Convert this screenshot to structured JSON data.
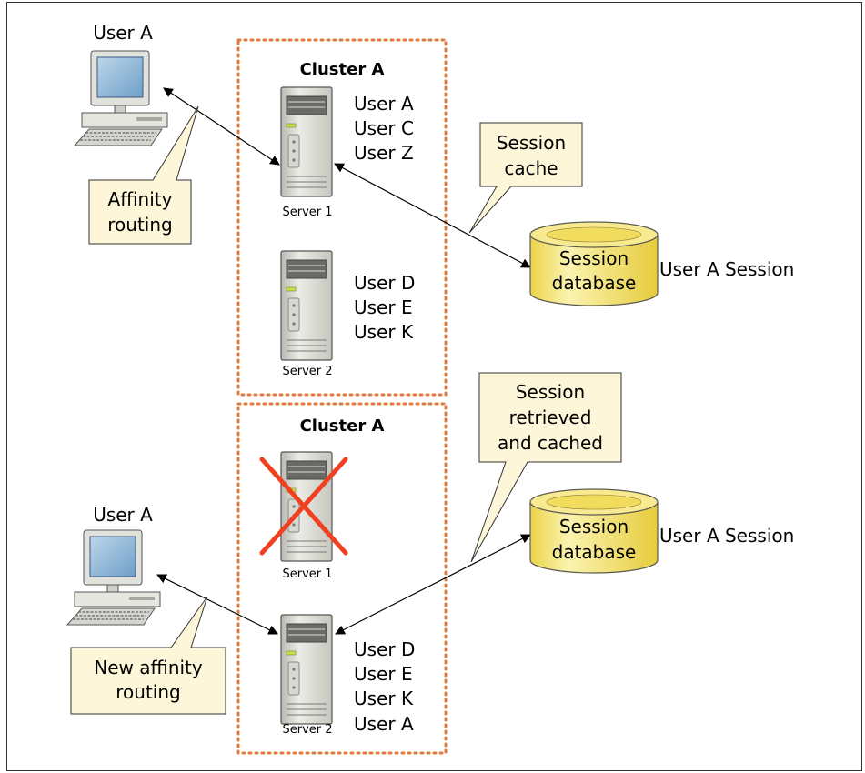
{
  "top_scenario": {
    "user_label": "User A",
    "callout_affinity": [
      "Affinity",
      "routing"
    ],
    "cluster_title": "Cluster A",
    "server1": {
      "name": "Server 1",
      "users": [
        "User A",
        "User C",
        "User Z"
      ]
    },
    "server2": {
      "name": "Server 2",
      "users": [
        "User D",
        "User E",
        "User K"
      ]
    },
    "callout_cache": [
      "Session",
      "cache"
    ],
    "database": {
      "label": [
        "Session",
        "database"
      ],
      "content": "User A Session"
    }
  },
  "bottom_scenario": {
    "user_label": "User A",
    "callout_affinity": [
      "New affinity",
      "routing"
    ],
    "cluster_title": "Cluster A",
    "server1": {
      "name": "Server 1",
      "status": "failed"
    },
    "server2": {
      "name": "Server 2",
      "users": [
        "User D",
        "User E",
        "User K",
        "User A"
      ]
    },
    "callout_retrieved": [
      "Session",
      "retrieved",
      "and cached"
    ],
    "database": {
      "label": [
        "Session",
        "database"
      ],
      "content": "User A Session"
    }
  },
  "colors": {
    "cluster_border": "#e07a3a",
    "callout_fill": "#fdf6d8",
    "database_fill": "#f2e05c",
    "failure_cross": "#f04020",
    "led": "#c8e04a"
  }
}
